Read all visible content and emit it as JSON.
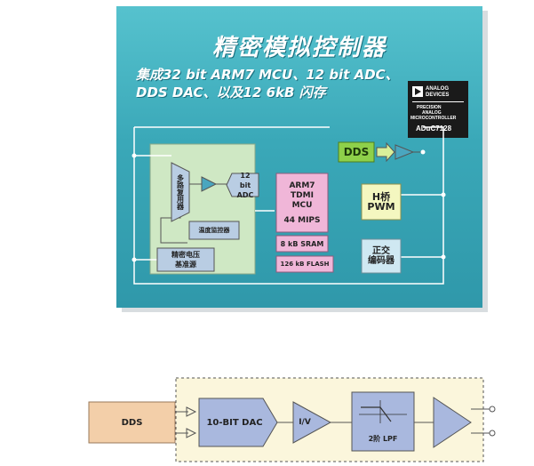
{
  "poster": {
    "title": "精密模拟控制器",
    "subtitle_line1": "集成32 bit ARM7 MCU、12 bit ADC、",
    "subtitle_line2": "DDS DAC、以及12 6kB 闪存",
    "chip": {
      "brand_line1": "ANALOG",
      "brand_line2": "DEVICES",
      "desc_line1": "PRECISION",
      "desc_line2": "ANALOG",
      "desc_line3": "MICROCONTROLLER",
      "part": "ADuC7128"
    },
    "blocks": {
      "dds": "DDS",
      "mux": "多路复用器",
      "adc": "12 bit ADC",
      "temp": "温度监控器",
      "vref_line1": "精密电压",
      "vref_line2": "基准源",
      "mcu_line1": "ARM7",
      "mcu_line2": "TDMI",
      "mcu_line3": "MCU",
      "mcu_line4": "44 MIPS",
      "sram": "8 kB SRAM",
      "flash": "126 kB FLASH",
      "pwm_line1": "H桥",
      "pwm_line2": "PWM",
      "enc_line1": "正交",
      "enc_line2": "编码器"
    },
    "colors": {
      "background": "#3aa8b8",
      "analog_box": "#cfe8c4",
      "mcu_box": "#f0b6d8",
      "pwm_box": "#f4f7c0",
      "dds_box": "#8ed04a"
    }
  },
  "signal_chain": {
    "dds": "DDS",
    "dac": "10-BIT DAC",
    "iv": "I/V",
    "lpf": "2阶 LPF",
    "colors": {
      "dds_fill": "#f3cfa9",
      "block_fill": "#a9b8de",
      "dashed_fill": "#fbf6dc"
    }
  }
}
